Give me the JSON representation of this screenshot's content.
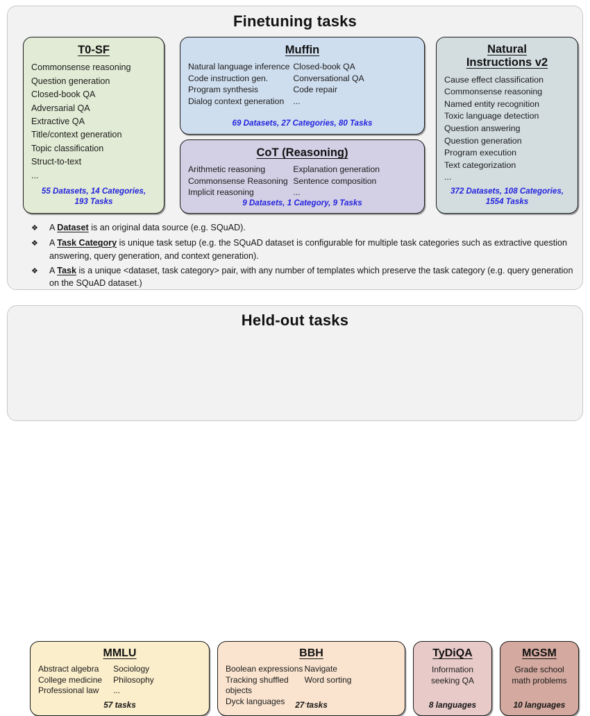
{
  "finetuning": {
    "title": "Finetuning tasks",
    "cards": [
      {
        "name": "t0sf",
        "title": "T0-SF",
        "color": "#e2ebd5",
        "items": [
          "Commonsense reasoning",
          "Question generation",
          "Closed-book QA",
          "Adversarial QA",
          "Extractive QA",
          "Title/context generation",
          "Topic classification",
          "Struct-to-text",
          "..."
        ],
        "stat": "55 Datasets, 14 Categories, 193 Tasks",
        "stat_line1": "55 Datasets, 14 Categories,",
        "stat_line2": "193 Tasks"
      },
      {
        "name": "muffin",
        "title": "Muffin",
        "color": "#cfdeef",
        "left_items": [
          "Natural language inference",
          "Code instruction gen.",
          "Program synthesis",
          "Dialog context generation"
        ],
        "right_items": [
          "Closed-book QA",
          "Conversational QA",
          "Code repair",
          "..."
        ],
        "stat": "69 Datasets, 27 Categories, 80 Tasks"
      },
      {
        "name": "cot",
        "title": "CoT (Reasoning)",
        "color": "#d3cfe5",
        "left_items": [
          "Arithmetic reasoning",
          "Commonsense Reasoning",
          "Implicit reasoning"
        ],
        "right_items": [
          "Explanation generation",
          "Sentence composition",
          "..."
        ],
        "stat": "9 Datasets, 1 Category, 9 Tasks"
      },
      {
        "name": "niv2",
        "title_line1": "Natural",
        "title_line2": "Instructions v2",
        "color": "#d3dde0",
        "items": [
          "Cause effect classification",
          "Commonsense reasoning",
          "Named entity recognition",
          "Toxic language detection",
          "Question answering",
          "Question generation",
          "Program execution",
          "Text categorization",
          "..."
        ],
        "stat_line1": "372 Datasets, 108 Categories,",
        "stat_line2": "1554 Tasks"
      }
    ],
    "definitions": {
      "bullet_glyph": "❖",
      "items": [
        {
          "prefix": "A ",
          "term": "Dataset",
          "body": " is an original data source (e.g. SQuAD)."
        },
        {
          "prefix": "A ",
          "term": "Task Category",
          "body": " is unique task setup (e.g. the SQuAD dataset is configurable for multiple task categories such as extractive question answering, query generation, and context generation)."
        },
        {
          "prefix": "A ",
          "term": "Task",
          "body": " is a unique <dataset, task category> pair, with any number of templates which preserve the task category (e.g. query generation on the SQuAD dataset.)"
        }
      ]
    }
  },
  "heldout": {
    "title": "Held-out tasks",
    "cards": [
      {
        "name": "mmlu",
        "title": "MMLU",
        "color": "#fbeecb",
        "left_items": [
          "Abstract algebra",
          "College medicine",
          "Professional law"
        ],
        "right_items": [
          "Sociology",
          "Philosophy",
          "..."
        ],
        "stat": "57 tasks"
      },
      {
        "name": "bbh",
        "title": "BBH",
        "color": "#fae4cf",
        "left_items": [
          "Boolean expressions",
          "Tracking shuffled objects",
          "Dyck languages"
        ],
        "right_items": [
          "Navigate",
          "Word sorting",
          "..."
        ],
        "stat": "27 tasks"
      },
      {
        "name": "tydiqa",
        "title": "TyDiQA",
        "color": "#e8cbc9",
        "items": [
          "Information",
          "seeking QA"
        ],
        "stat": "8 languages"
      },
      {
        "name": "mgsm",
        "title": "MGSM",
        "color": "#d4a99f",
        "items": [
          "Grade school",
          "math problems"
        ],
        "stat": "10 languages"
      }
    ]
  }
}
